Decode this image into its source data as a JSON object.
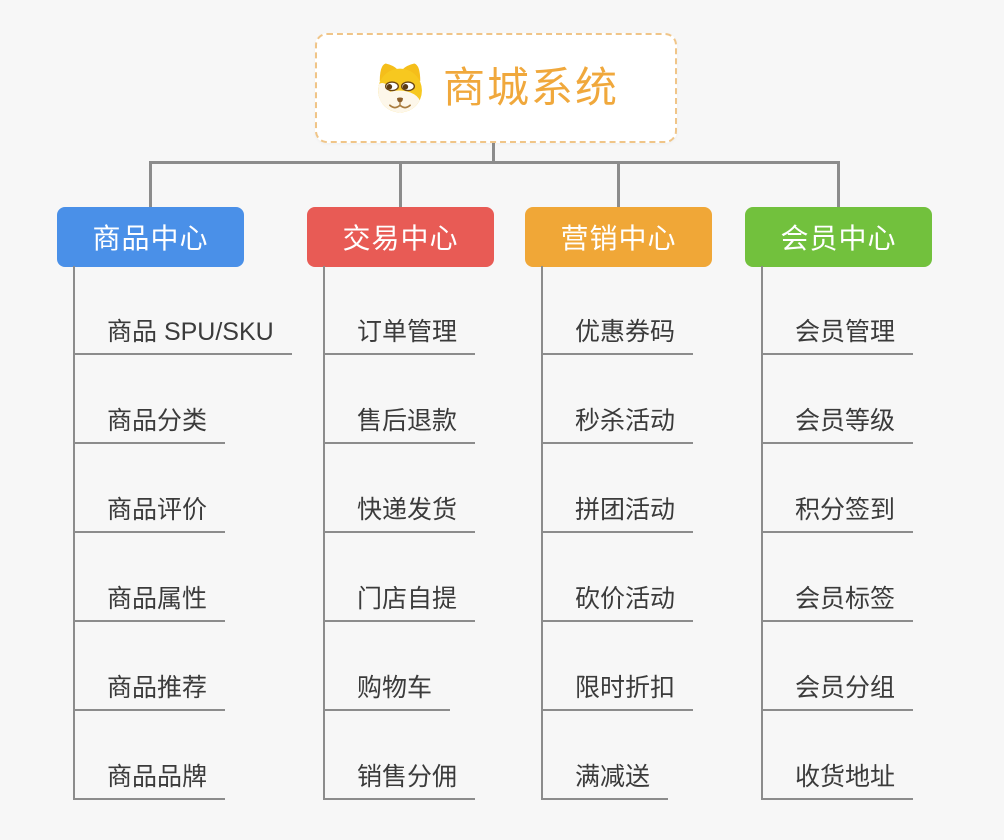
{
  "app": {
    "background": "#F7F7F7",
    "connector_color": "#8C8C8C",
    "underline_color": "#8C8C8C",
    "item_text_color": "#3B3B3B"
  },
  "root": {
    "title": "商城系统",
    "icon": "dog-face-icon",
    "accent_color": "#F0A83C",
    "border_color": "#F0C588"
  },
  "branches": [
    {
      "id": "product-center",
      "label": "商品中心",
      "color": "#4A90E8",
      "items": [
        "商品 SPU/SKU",
        "商品分类",
        "商品评价",
        "商品属性",
        "商品推荐",
        "商品品牌"
      ]
    },
    {
      "id": "trade-center",
      "label": "交易中心",
      "color": "#E85B55",
      "items": [
        "订单管理",
        "售后退款",
        "快递发货",
        "门店自提",
        "购物车",
        "销售分佣"
      ]
    },
    {
      "id": "marketing-center",
      "label": "营销中心",
      "color": "#F0A737",
      "items": [
        "优惠券码",
        "秒杀活动",
        "拼团活动",
        "砍价活动",
        "限时折扣",
        "满减送"
      ]
    },
    {
      "id": "member-center",
      "label": "会员中心",
      "color": "#72C13D",
      "items": [
        "会员管理",
        "会员等级",
        "积分签到",
        "会员标签",
        "会员分组",
        "收货地址"
      ]
    }
  ]
}
